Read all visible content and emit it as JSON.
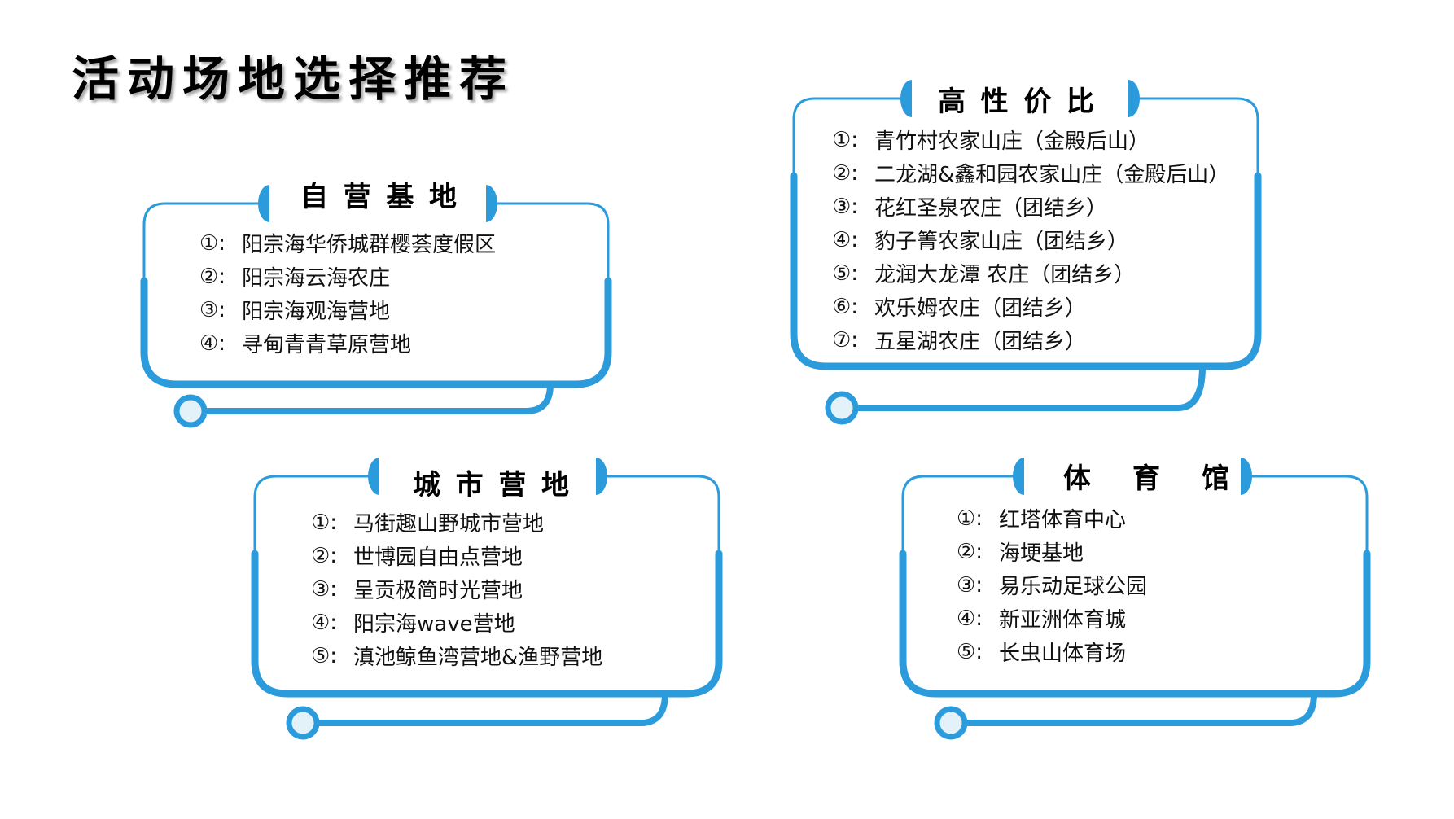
{
  "page": {
    "title": "活动场地选择推荐"
  },
  "colors": {
    "accent": "#2B9BDC",
    "ring_fill": "#E3F1F9",
    "heading_text": "#000000",
    "body_text": "#111111"
  },
  "cards": [
    {
      "title": "自营基地",
      "items": [
        {
          "num": "①:",
          "text": "阳宗海华侨城群樱荟度假区"
        },
        {
          "num": "②:",
          "text": "阳宗海云海农庄"
        },
        {
          "num": "③:",
          "text": "阳宗海观海营地"
        },
        {
          "num": "④:",
          "text": "寻甸青青草原营地"
        }
      ]
    },
    {
      "title": "高性价比",
      "items": [
        {
          "num": "①:",
          "text": "青竹村农家山庄（金殿后山）"
        },
        {
          "num": "②:",
          "text": "二龙湖&鑫和园农家山庄（金殿后山）"
        },
        {
          "num": "③:",
          "text": "花红圣泉农庄（团结乡）"
        },
        {
          "num": "④:",
          "text": "豹子箐农家山庄（团结乡）"
        },
        {
          "num": "⑤:",
          "text": "龙润大龙潭 农庄（团结乡）"
        },
        {
          "num": "⑥:",
          "text": "欢乐姆农庄（团结乡）"
        },
        {
          "num": "⑦:",
          "text": "五星湖农庄（团结乡）"
        }
      ]
    },
    {
      "title": "城市营地",
      "items": [
        {
          "num": "①:",
          "text": "马街趣山野城市营地"
        },
        {
          "num": "②:",
          "text": "世博园自由点营地"
        },
        {
          "num": "③:",
          "text": "呈贡极简时光营地"
        },
        {
          "num": "④:",
          "text": "阳宗海wave营地"
        },
        {
          "num": "⑤:",
          "text": "滇池鲸鱼湾营地&渔野营地"
        }
      ]
    },
    {
      "title": "体育馆",
      "items": [
        {
          "num": "①:",
          "text": "红塔体育中心"
        },
        {
          "num": "②:",
          "text": "海埂基地"
        },
        {
          "num": "③:",
          "text": "易乐动足球公园"
        },
        {
          "num": "④:",
          "text": "新亚洲体育城"
        },
        {
          "num": "⑤:",
          "text": "长虫山体育场"
        }
      ]
    }
  ]
}
